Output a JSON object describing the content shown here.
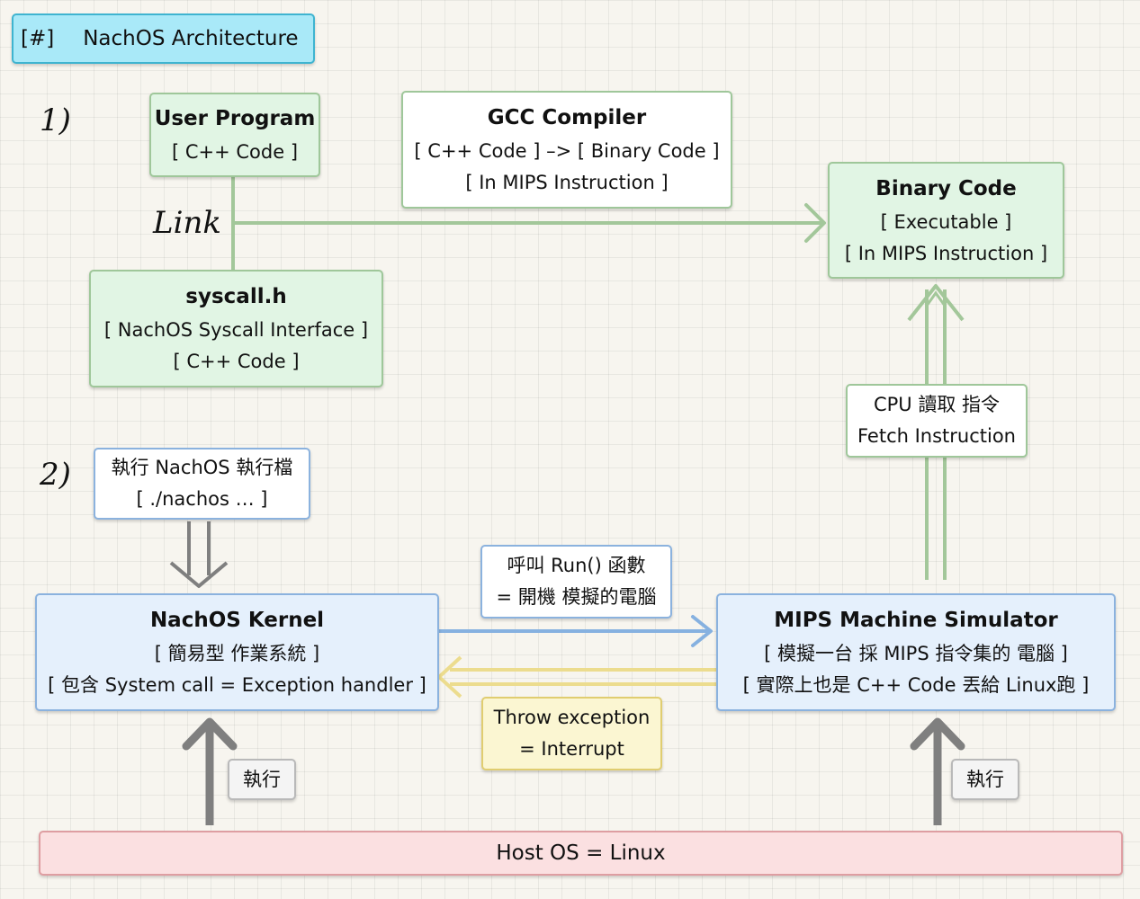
{
  "title": {
    "tag": "[#]",
    "text": "NachOS Architecture"
  },
  "annotations": {
    "step1": "1)",
    "step2": "2)",
    "link": "Link"
  },
  "nodes": {
    "user_program": {
      "title": "User Program",
      "lines": [
        "[ C++ Code ]"
      ]
    },
    "gcc_compiler": {
      "title": "GCC Compiler",
      "lines": [
        "[ C++ Code ] –> [ Binary Code ]",
        "[ In MIPS Instruction ]"
      ]
    },
    "binary_code": {
      "title": "Binary Code",
      "lines": [
        "[ Executable ]",
        "[ In MIPS Instruction ]"
      ]
    },
    "syscall_h": {
      "title": "syscall.h",
      "lines": [
        "[ NachOS Syscall Interface ]",
        "[ C++ Code ]"
      ]
    },
    "cpu_fetch": {
      "lines": [
        "CPU 讀取 指令",
        "Fetch Instruction"
      ]
    },
    "run_nachos": {
      "lines": [
        "執行 NachOS 執行檔",
        "[ ./nachos … ]"
      ]
    },
    "call_run": {
      "lines": [
        "呼叫 Run() 函數",
        "= 開機 模擬的電腦"
      ]
    },
    "nachos_kernel": {
      "title": "NachOS Kernel",
      "lines": [
        "[ 簡易型 作業系統 ]",
        "[ 包含 System call = Exception handler ]"
      ]
    },
    "mips_simulator": {
      "title": "MIPS Machine Simulator",
      "lines": [
        "[ 模擬一台 採 MIPS 指令集的 電腦 ]",
        "[ 實際上也是 C++ Code 丟給 Linux跑 ]"
      ]
    },
    "throw_exception": {
      "lines": [
        "Throw exception",
        "= Interrupt"
      ]
    },
    "exec_left": {
      "lines": [
        "執行"
      ]
    },
    "exec_right": {
      "lines": [
        "執行"
      ]
    },
    "host_os": {
      "title": "Host OS = Linux"
    }
  },
  "colors": {
    "green_arrow": "#a3c79a",
    "blue_arrow": "#86b1e0",
    "yellow_arrow": "#ecdc8e",
    "gray_arrow": "#7f7f7f"
  }
}
